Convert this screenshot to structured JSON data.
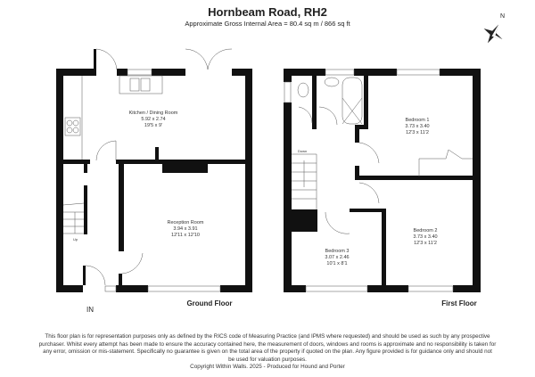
{
  "header": {
    "title": "Hornbeam Road, RH2",
    "subtitle": "Approximate Gross Internal Area = 80.4 sq m / 866 sq ft"
  },
  "compass": {
    "label": "N",
    "icon": "compass-icon"
  },
  "ground_floor": {
    "label": "Ground Floor",
    "entrance": "IN",
    "stairs": "Up",
    "rooms": [
      {
        "name": "Kitchen / Dining Room",
        "metric": "5.92 x 2.74",
        "imperial": "19'5 x 9'"
      },
      {
        "name": "Reception Room",
        "metric": "3.94 x 3.91",
        "imperial": "12'11 x 12'10"
      }
    ]
  },
  "first_floor": {
    "label": "First Floor",
    "stairs": "Down",
    "rooms": [
      {
        "name": "Bedroom 1",
        "metric": "3.73 x 3.40",
        "imperial": "12'3 x 11'2"
      },
      {
        "name": "Bedroom 2",
        "metric": "3.73 x 3.40",
        "imperial": "12'3 x 11'2"
      },
      {
        "name": "Bedroom 3",
        "metric": "3.07 x 2.46",
        "imperial": "10'1 x 8'1"
      }
    ]
  },
  "disclaimer": [
    "This floor plan is for representation purposes only as defined by the RICS code of Measuring Practice (and IPMS where requested) and should be used as such by any prospective",
    "purchaser. Whilst every attempt has been made to ensure the accuracy contained here, the measurement of doors, windows and rooms is approximate and no responsibility is taken for",
    "any error, omission or mis-statement. Specifically no guarantee is given on the total area of the property if quoted on the plan. Any figure provided is for guidance only and should not",
    "be used for valuation purposes."
  ],
  "copyright": "Copyright Within Walls. 2025 - Produced for Hound and Porter"
}
